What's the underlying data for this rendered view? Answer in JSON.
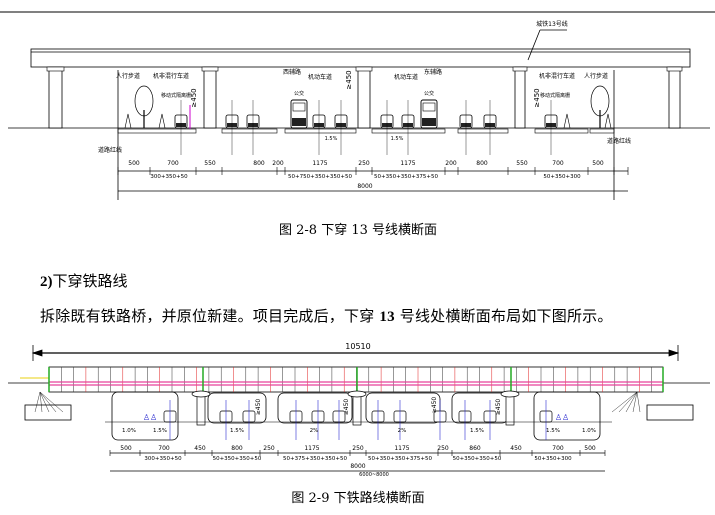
{
  "figure1": {
    "caption": "图 2-8  下穿 13 号线横断面",
    "labels": {
      "metro_line": "城铁13号线",
      "sidewalk": "人行步道",
      "mixed_lane": "机非混行车道",
      "west_aux_road": "西辅路",
      "east_aux_road": "东辅路",
      "motor_lane": "机动车道",
      "movable_fence": "移动式隔离栅",
      "bus": "公交",
      "red_line": "道路红线",
      "clearance": "≥450",
      "slope": "1.5%"
    },
    "dimensions": [
      "500",
      "700",
      "550",
      "800",
      "200",
      "1175",
      "250",
      "1175",
      "200",
      "800",
      "550",
      "700",
      "500"
    ],
    "sub_dimensions": [
      "300+350+50",
      "50+750+350+350+50",
      "50+350+350+375+50",
      "50+350+300"
    ],
    "total": "8000"
  },
  "section": {
    "number": "2)",
    "title": "下穿铁路线"
  },
  "paragraph": {
    "before": "拆除既有铁路桥，并原位新建。项目完成后，下穿 ",
    "bold": "13",
    "after": " 号线处横断面布局如下图所示。"
  },
  "figure2": {
    "caption": "图 2-9  下铁路线横断面",
    "span": "10510",
    "dimensions": [
      "500",
      "700",
      "450",
      "800",
      "250",
      "1175",
      "250",
      "1175",
      "250",
      "860",
      "450",
      "700",
      "500"
    ],
    "sub_dimensions": [
      "300+350+50",
      "50+350+350+50",
      "50+375+350+350+50",
      "50+350+350+375+50",
      "50+350+350+50",
      "50+350+300"
    ],
    "slopes": [
      "1.0%",
      "1.5%",
      "1.5%",
      "2%",
      "2%",
      "1.5%",
      "1.5%",
      "1.0%"
    ],
    "clearance": "≥450",
    "total": "8000",
    "total_range": "6000~8000"
  },
  "colors": {
    "pink": "#e8409a",
    "red": "#e02020",
    "blue": "#2a2ad0",
    "green": "#22aa22"
  }
}
